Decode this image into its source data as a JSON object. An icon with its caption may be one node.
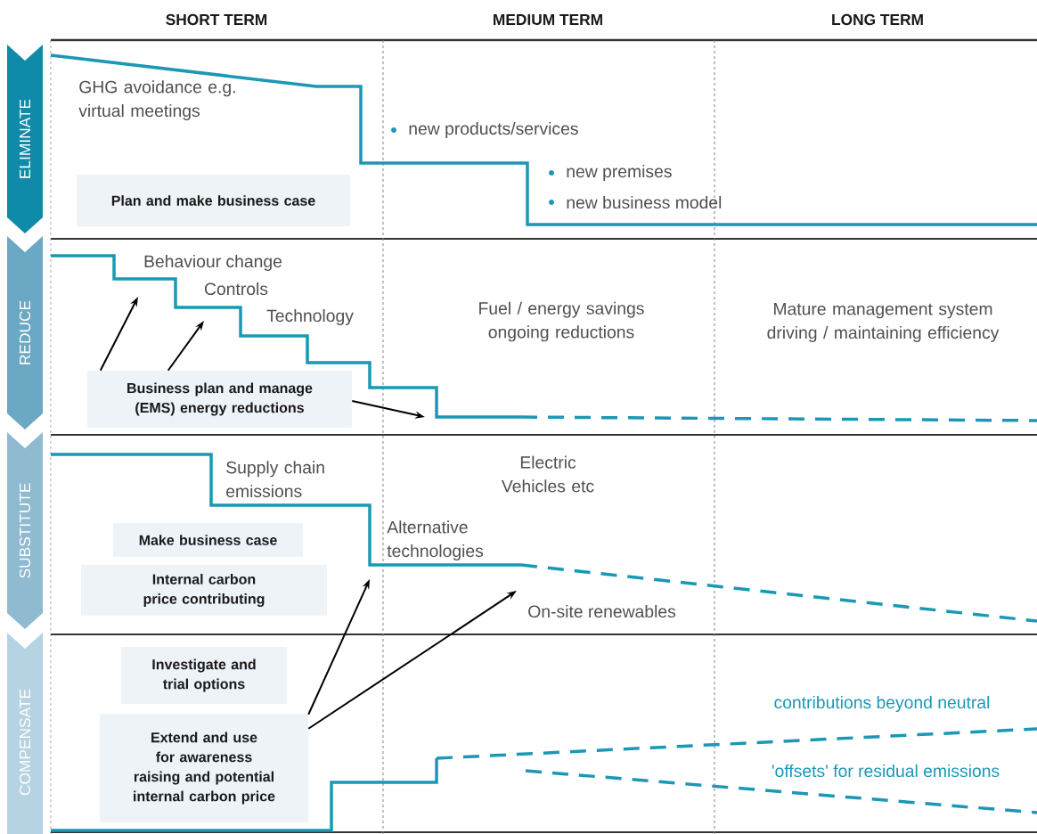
{
  "diagram": {
    "nodes": [
      {
        "text": [
          "ELIMINATE"
        ]
      },
      {
        "text": [
          "REDUCE"
        ]
      },
      {
        "text": [
          "SUBSTITUTE"
        ]
      },
      {
        "text": [
          "COMPENSATE"
        ]
      },
      {
        "text": [
          "Plan and make business case"
        ]
      },
      {
        "text": [
          "Business plan and manage (EMS) energy reductions"
        ]
      },
      {
        "text": [
          "Make business case"
        ]
      },
      {
        "text": [
          "Internal carbon price contributing"
        ]
      },
      {
        "text": [
          "Investigate and trial options"
        ]
      },
      {
        "text": [
          "Extend and use for awareness raising and potential internal carbon price"
        ]
      }
    ],
    "edges": [
      {
        "from": 5,
        "to": null,
        "arrow": "to"
      },
      {
        "from": 5,
        "to": null,
        "arrow": "to"
      },
      {
        "from": 5,
        "to": null,
        "arrow": "to"
      },
      {
        "from": 9,
        "to": null,
        "arrow": "to"
      },
      {
        "from": 9,
        "to": null,
        "arrow": "to"
      }
    ],
    "labels": [
      "SHORT TERM",
      "MEDIUM TERM",
      "LONG TERM",
      "GHG avoidance e.g. virtual meetings",
      "new products/services",
      "new premises",
      "new business model",
      "Behaviour change",
      "Controls",
      "Technology",
      "Fuel / energy savings ongoing reductions",
      "Mature management system driving / maintaining efficiency",
      "Supply chain emissions",
      "Electric Vehicles etc",
      "Alternative technologies",
      "On-site renewables",
      "contributions beyond neutral",
      "'offsets' for residual emissions"
    ]
  }
}
